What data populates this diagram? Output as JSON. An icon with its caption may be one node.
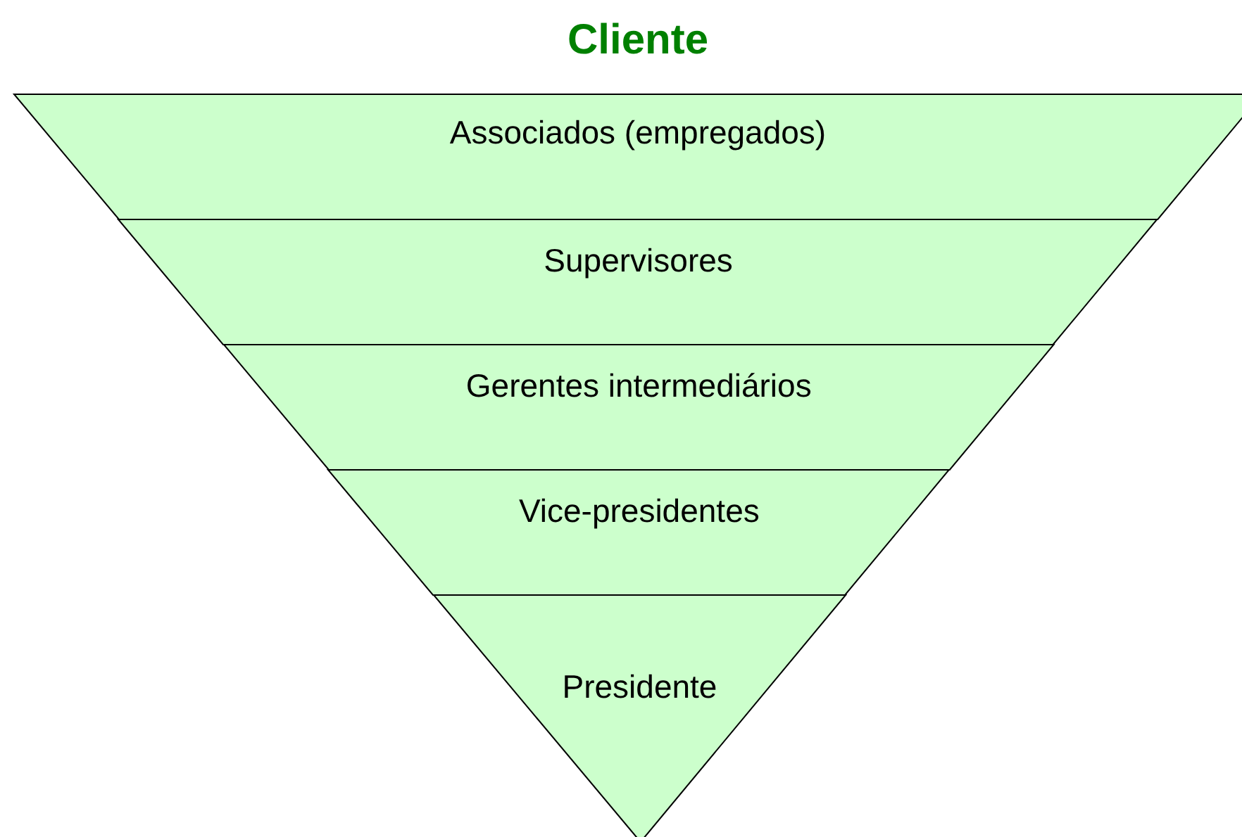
{
  "diagram": {
    "title": "Cliente",
    "nodes": [
      {
        "text": [
          "Associados (empregados)"
        ]
      },
      {
        "text": [
          "Supervisores"
        ]
      },
      {
        "text": [
          "Gerentes intermediários"
        ]
      },
      {
        "text": [
          "Vice-presidentes"
        ]
      },
      {
        "text": [
          "Presidente"
        ]
      }
    ]
  }
}
